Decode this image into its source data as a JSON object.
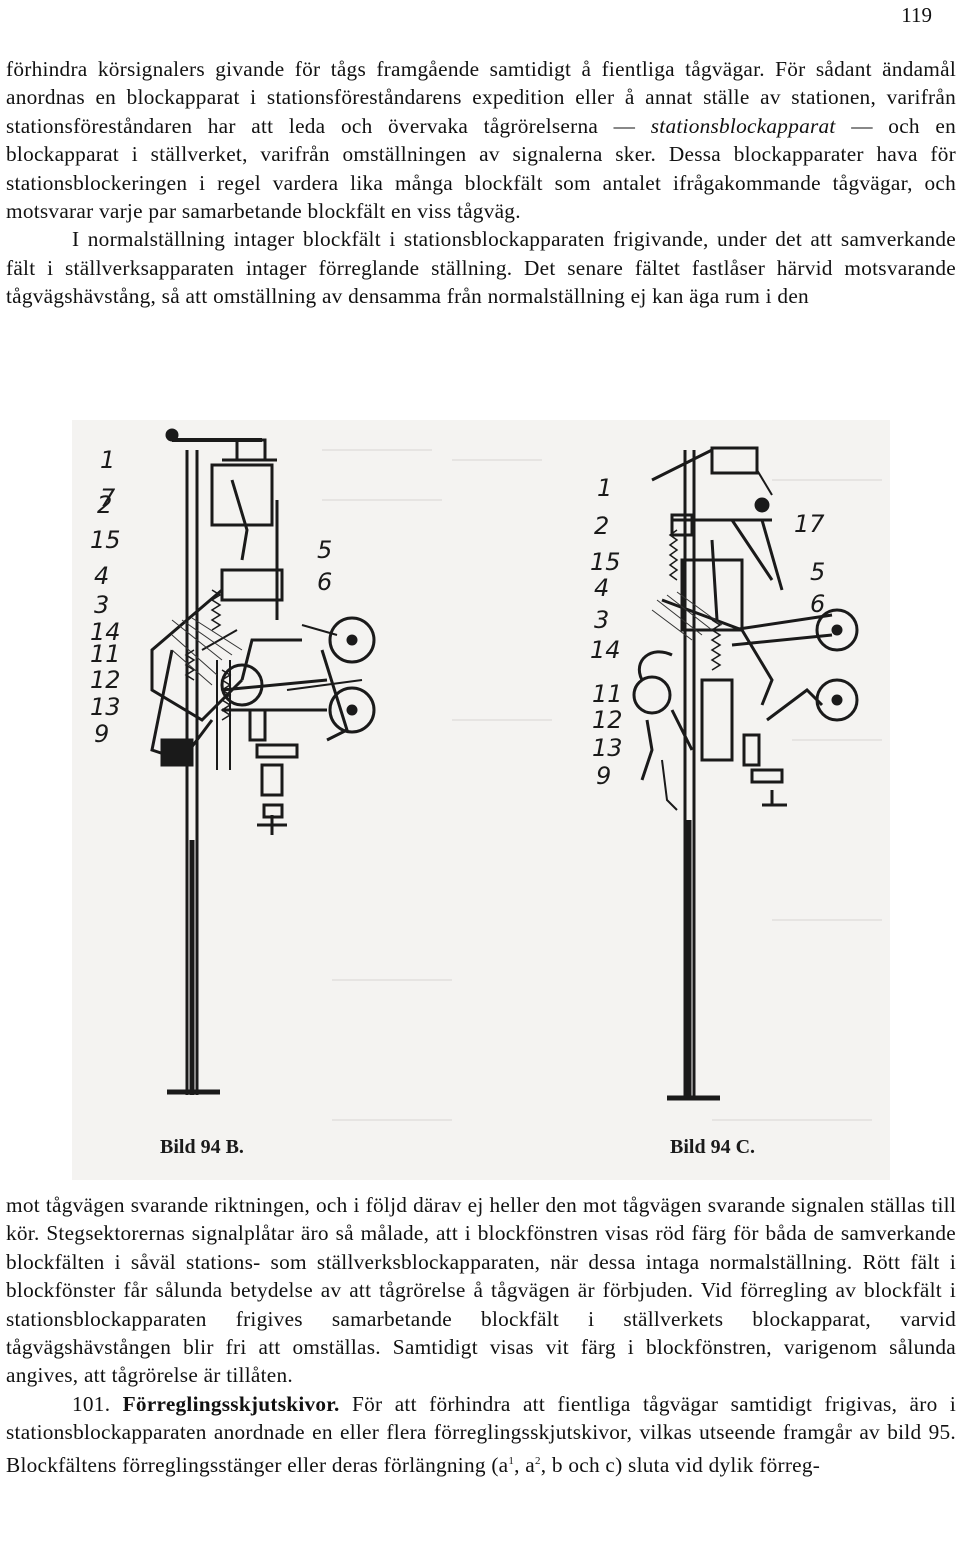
{
  "page_number": "119",
  "top_paragraphs": [
    "förhindra körsignalers givande för tågs framgående samtidigt å fientliga tågvägar. För sådant ändamål anordnas en blockapparat i stationsföreståndarens expedition eller å annat ställe av stationen, varifrån stationsföreståndaren har att leda och övervaka tågrörelserna",
    "I normalställning intager blockfält i stationsblockapparaten frigivande, under det att samverkande fält i ställverksapparaten intager förreglande ställning. Det senare fältet fastlåser härvid motsvarande tågvägshävstång, så att omställning av densamma från normalställning ej kan äga rum i den"
  ],
  "top_p1_italic": "stationsblockapparat",
  "top_p1_rest": "— och en blockapparat i ställverket, varifrån omställningen av signalerna sker. Dessa blockapparater hava för stationsblockeringen i regel vardera lika många blockfält som antalet ifrågakommande tågvägar, och motsvarar varje par samarbetande blockfält en viss tågväg.",
  "figure": {
    "left_caption": "Bild 94 B.",
    "right_caption": "Bild 94 C.",
    "left_labels": [
      "1",
      "7",
      "2",
      "15",
      "4",
      "3",
      "14",
      "11",
      "12",
      "13",
      "9",
      "5",
      "6"
    ],
    "right_labels": [
      "1",
      "2",
      "15",
      "4",
      "3",
      "14",
      "11",
      "12",
      "13",
      "9",
      "17",
      "5",
      "6"
    ]
  },
  "bottom_paragraph": "mot tågvägen svarande riktningen, och i följd därav ej heller den mot tågvägen svarande signalen ställas till kör. Stegsektorernas signalplåtar äro så målade, att i blockfönstren visas röd färg för båda de samverkande blockfälten i såväl stations- som ställverksblockapparaten, när dessa intaga normalställning. Rött fält i blockfönster får sålunda betydelse av att tågrörelse å tågvägen är förbjuden. Vid förregling av blockfält i stationsblockapparaten frigives samarbetande blockfält i ställverkets blockapparat, varvid tågvägshävstången blir fri att omställas. Samtidigt visas vit färg i blockfönstren, varigenom sålunda angives, att tågrörelse är tillåten.",
  "section": {
    "number": "101.",
    "heading": "Förreglingsskjutskivor.",
    "text": "För att förhindra att fientliga tågvägar samtidigt frigivas, äro i stationsblockapparaten anordnade en eller flera förreglingsskjutskivor, vilkas utseende framgår av bild 95. Blockfältens förreglingsstänger eller deras förlängning (a",
    "sup1": "1",
    "mid": ", a",
    "sup2": "2",
    "tail": ", b och c) sluta vid dylik förreg-"
  }
}
